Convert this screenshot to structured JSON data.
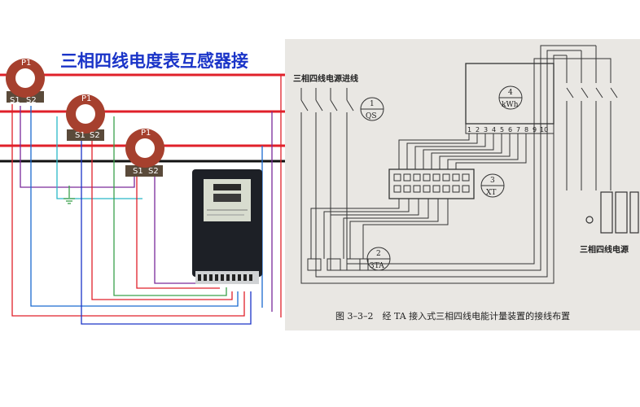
{
  "left": {
    "title": "三相四线电度表互感器接",
    "ct1": {
      "p1": "P1",
      "s1": "S1",
      "s2": "S2"
    },
    "ct2": {
      "p1": "P1",
      "s1": "S1",
      "s2": "S2"
    },
    "ct3": {
      "p1": "P1",
      "s1": "S1",
      "s2": "S2"
    },
    "colors": {
      "phase_red": "#e0202a",
      "neutral": "#111111",
      "title_blue": "#1a34c8",
      "ct_body": "#a6402e"
    }
  },
  "right": {
    "incoming_label": "三相四线电源进线",
    "qs": {
      "num": "1",
      "code": "QS"
    },
    "meter": {
      "num": "4",
      "code": "kWh",
      "terminals": [
        "1",
        "2",
        "3",
        "4",
        "5",
        "6",
        "7",
        "8",
        "9",
        "10"
      ]
    },
    "xt": {
      "num": "3",
      "code": "XT"
    },
    "ta": {
      "num": "2",
      "code": "3TA"
    },
    "outgoing_label": "三相四线电源",
    "caption": "图 3–3–2　经 TA 接入式三相四线电能计量装置的接线布置"
  }
}
